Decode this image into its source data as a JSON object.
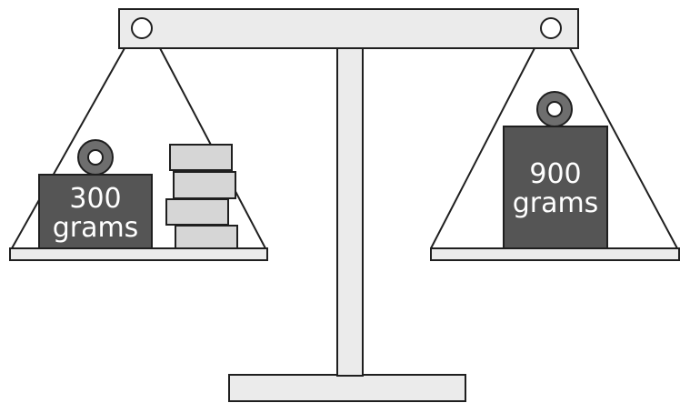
{
  "left_pan": {
    "weight": {
      "value_text": "300",
      "unit_text": "grams"
    },
    "unlabeled_blocks_count": 4
  },
  "right_pan": {
    "weight": {
      "value_text": "900",
      "unit_text": "grams"
    }
  },
  "colors": {
    "outline": "#1f1f1f",
    "frame_fill": "#ebebeb",
    "weight_fill": "#555555",
    "block_fill": "#d6d6d6",
    "ring_fill": "#6e6e6e",
    "background": "#ffffff"
  }
}
